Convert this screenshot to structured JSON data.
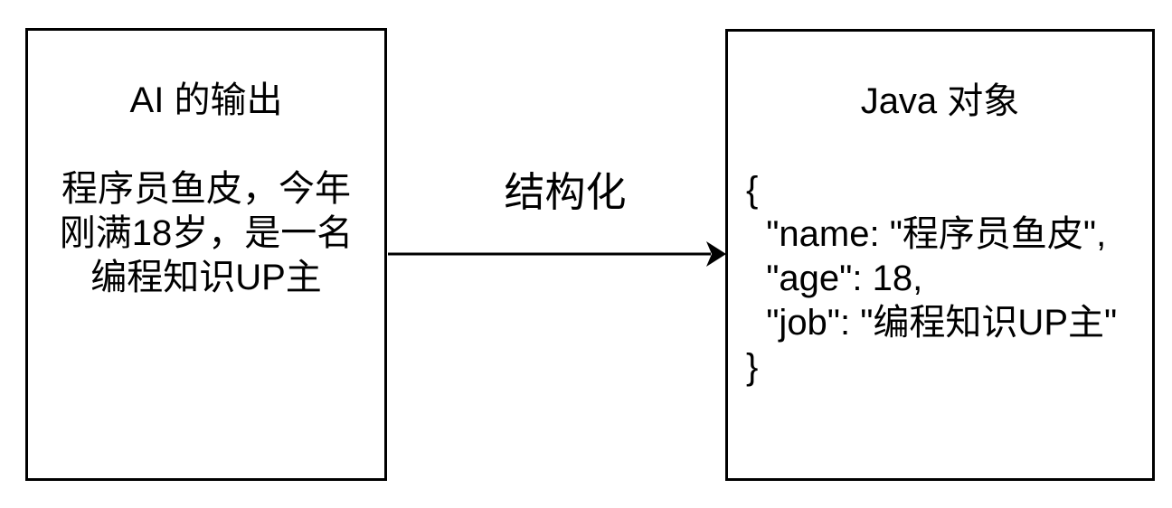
{
  "diagram": {
    "left_box": {
      "title": "AI 的输出",
      "body": "程序员鱼皮，今年\n刚满18岁，是一名\n编程知识UP主"
    },
    "arrow": {
      "label": "结构化",
      "direction": "left-to-right"
    },
    "right_box": {
      "title": "Java 对象",
      "code": "{\n  \"name: \"程序员鱼皮\",\n  \"age\": 18,\n  \"job\": \"编程知识UP主\"\n}"
    },
    "colors": {
      "stroke": "#000000",
      "text": "#000000",
      "background": "#ffffff"
    }
  }
}
